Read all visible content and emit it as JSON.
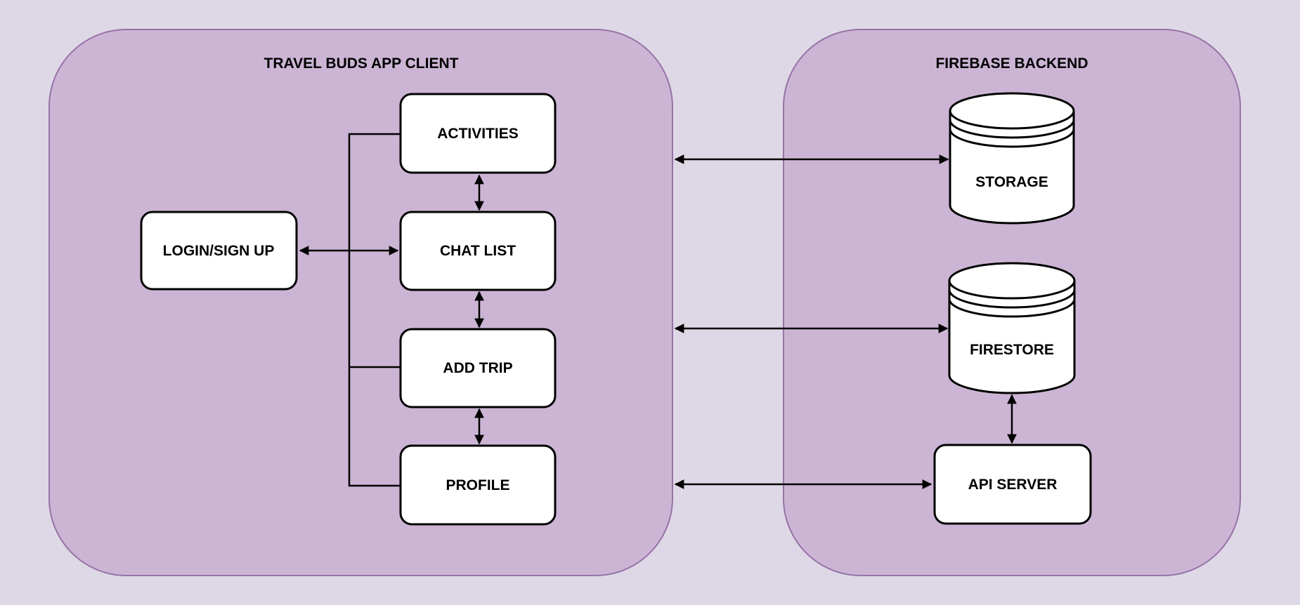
{
  "client": {
    "title": "TRAVEL BUDS APP CLIENT",
    "nodes": {
      "login": "LOGIN/SIGN UP",
      "activities": "ACTIVITIES",
      "chat_list": "CHAT LIST",
      "add_trip": "ADD TRIP",
      "profile": "PROFILE"
    }
  },
  "backend": {
    "title": "FIREBASE BACKEND",
    "nodes": {
      "storage": "STORAGE",
      "firestore": "FIRESTORE",
      "api_server": "API SERVER"
    }
  },
  "edges": [
    {
      "from": "login",
      "to": "chat_list",
      "style": "double-arrow"
    },
    {
      "from": "activities",
      "to": "chat_list",
      "style": "double-arrow"
    },
    {
      "from": "chat_list",
      "to": "add_trip",
      "style": "double-arrow"
    },
    {
      "from": "add_trip",
      "to": "profile",
      "style": "double-arrow"
    },
    {
      "from": "activities",
      "to": "add_trip",
      "style": "plain-trunk-connector"
    },
    {
      "from": "activities",
      "to": "profile",
      "style": "plain-trunk-connector"
    },
    {
      "from": "travel_buds_app_client",
      "to": "storage",
      "style": "double-arrow"
    },
    {
      "from": "travel_buds_app_client",
      "to": "firestore",
      "style": "double-arrow"
    },
    {
      "from": "travel_buds_app_client",
      "to": "api_server",
      "style": "double-arrow"
    },
    {
      "from": "firestore",
      "to": "api_server",
      "style": "double-arrow"
    }
  ],
  "colors": {
    "page_background": "#ded8e6",
    "container_fill": "#ccb5d4",
    "container_stroke": "#9673a6",
    "node_fill": "#ffffff",
    "node_stroke": "#000000",
    "edge": "#000000",
    "label_text": "#000000"
  }
}
